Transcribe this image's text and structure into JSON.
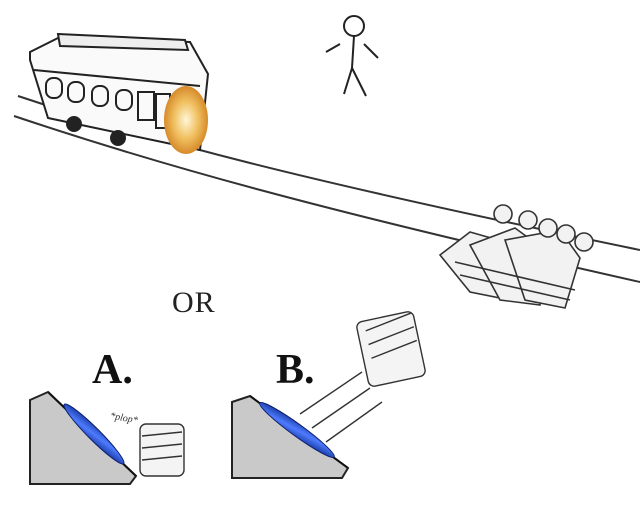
{
  "labels": {
    "or": "OR",
    "option_a": "A.",
    "option_b": "B.",
    "plop": "*plop*"
  },
  "colors": {
    "ink": "#222222",
    "ramp_fill": "#c9c9c9",
    "ramp_blue": "#1f49c9",
    "lever_glow": "#e6a83a"
  }
}
